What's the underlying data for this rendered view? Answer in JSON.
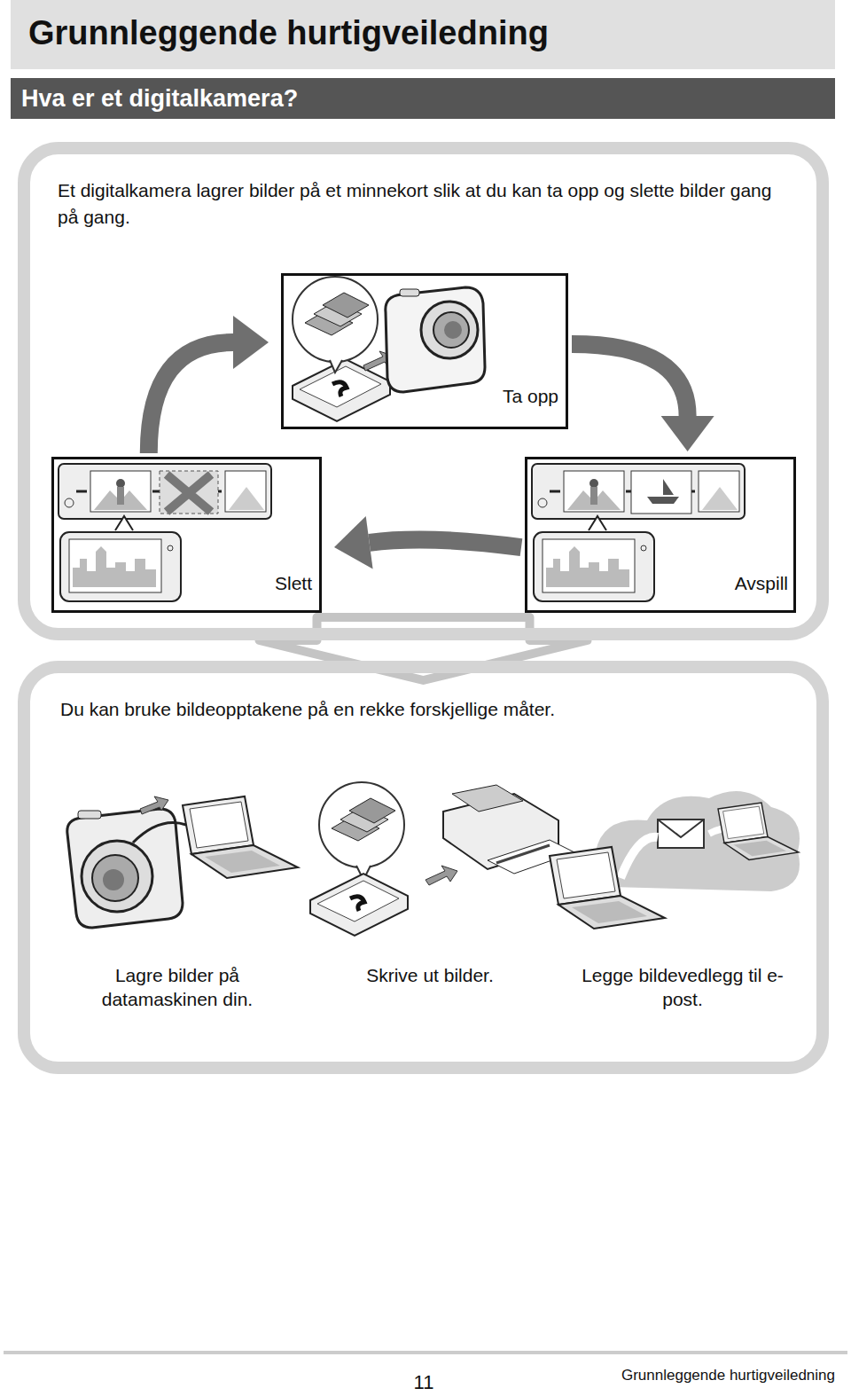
{
  "diagram": {
    "title": "Grunnleggende hurtigveiledning",
    "nodes": [
      {
        "text": [
          "Hva er et digitalkamera?"
        ]
      },
      {
        "text": [
          "Et digitalkamera lagrer bilder på et minnekort slik at du kan ta opp og slette bilder gang på gang."
        ]
      },
      {
        "text": [
          "Ta opp"
        ],
        "in": 1
      },
      {
        "text": [
          "Slett"
        ],
        "in": 1
      },
      {
        "text": [
          "Avspill"
        ],
        "in": 1
      },
      {
        "text": [
          "Du kan bruke bildeopptakene på en rekke forskjellige måter."
        ]
      }
    ],
    "edges": [
      {
        "from": 3,
        "to": 2,
        "arrow": "to"
      },
      {
        "from": 2,
        "to": 4,
        "arrow": "to"
      },
      {
        "from": 4,
        "to": 3,
        "arrow": "to"
      },
      {
        "from": 1,
        "to": 5,
        "arrow": "to"
      }
    ],
    "labels": [
      "Lagre bilder på datamaskinen din.",
      "Skrive ut bilder.",
      "Legge bildevedlegg til e-post.",
      "11",
      "Grunnleggende hurtigveiledning"
    ]
  }
}
